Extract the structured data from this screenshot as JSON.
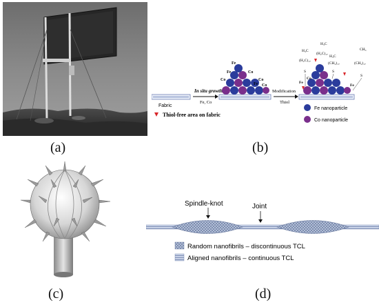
{
  "captions": {
    "a": "(a)",
    "b": "(b)",
    "c": "(c)",
    "d": "(d)"
  },
  "panel_b": {
    "fabric_label": "Fabric",
    "step1_label": "In situ growth",
    "step1_sub": "Fe, Co",
    "step2_label": "Modification",
    "step2_sub": "Thiol",
    "legend_thiol_free": "Thiol-free area on fabric",
    "legend_fe": "Fe nanoparticle",
    "legend_co": "Co nanoparticle",
    "np_fe": "Fe",
    "np_co": "Co",
    "chain_h3c": "H₃C",
    "chain_ch3": "CH₃",
    "chain_ch2": "(H₂C)₁₇",
    "chain_ch2b": "(CH₂)₁₇",
    "chain_s": "S",
    "colors": {
      "fe": "#2b3c9c",
      "co": "#7a2f8c",
      "thiol_free": "#d8262a",
      "fabric": "#9aa9c9"
    }
  },
  "panel_d": {
    "spindle_label": "Spindle-knot",
    "joint_label": "Joint",
    "legend_random": "Random nanofibrils – discontinuous TCL",
    "legend_aligned": "Aligned nanofibrils – continuous TCL"
  }
}
